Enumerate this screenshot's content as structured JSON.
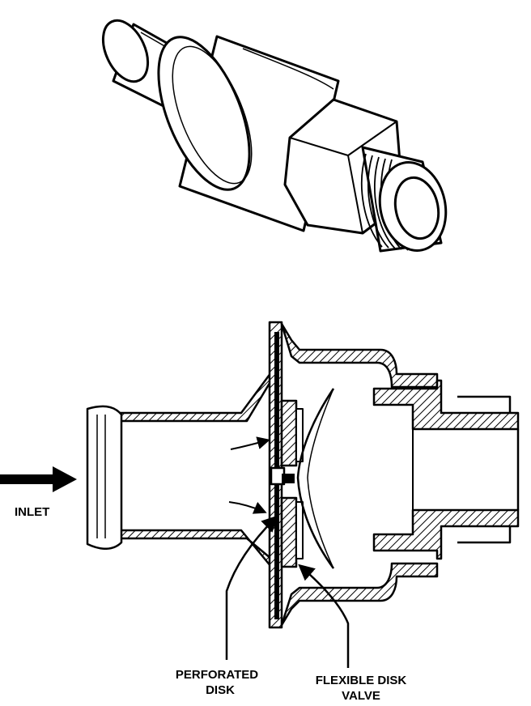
{
  "labels": {
    "inlet": "INLET",
    "perforated_line1": "PERFORATED",
    "perforated_line2": "DISK",
    "flexible_line1": "FLEXIBLE DISK",
    "flexible_line2": "VALVE"
  },
  "colors": {
    "ink": "#000000",
    "paper": "#ffffff"
  },
  "icons": {
    "inlet_arrow": "arrow-right-icon"
  }
}
